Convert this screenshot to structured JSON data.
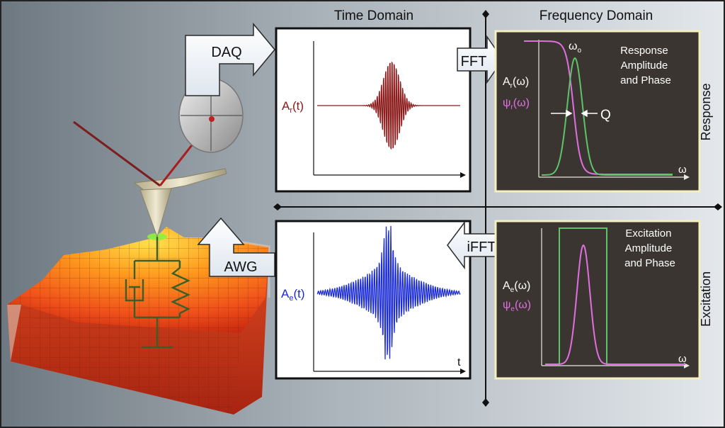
{
  "headers": {
    "time_domain": "Time Domain",
    "frequency_domain": "Frequency Domain"
  },
  "side_labels": {
    "response": "Response",
    "excitation": "Excitation"
  },
  "arrows": {
    "daq": "DAQ",
    "awg": "AWG",
    "fft": "FFT",
    "ifft": "iFFT"
  },
  "response_time": {
    "y_label": "Ar(t)",
    "y_label_main": "A",
    "y_label_sub": "r",
    "y_label_tail": "(t)"
  },
  "excitation_time": {
    "y_label": "Ae(t)",
    "y_label_main": "A",
    "y_label_sub": "e",
    "y_label_tail": "(t)",
    "x_label": "t"
  },
  "response_freq": {
    "amp_label": "Ar(ω)",
    "amp_main": "A",
    "amp_sub": "r",
    "amp_tail": "(ω)",
    "phase_label": "ψr(ω)",
    "phase_main": "ψ",
    "phase_sub": "r",
    "phase_tail": "(ω)",
    "peak_label": "ωo",
    "peak_main": "ω",
    "peak_sub": "o",
    "q_label": "Q",
    "x_label": "ω",
    "caption_lines": [
      "Response",
      "Amplitude",
      "and Phase"
    ]
  },
  "excitation_freq": {
    "amp_label": "Ae(ω)",
    "amp_main": "A",
    "amp_sub": "e",
    "amp_tail": "(ω)",
    "phase_label": "ψe(ω)",
    "phase_main": "ψ",
    "phase_sub": "e",
    "phase_tail": "(ω)",
    "x_label": "ω",
    "caption_lines": [
      "Excitation",
      "Amplitude",
      "and Phase"
    ]
  },
  "colors": {
    "response_signal": "#8b1a1a",
    "excitation_signal": "#1a2bd6",
    "amplitude_curve": "#5ec46a",
    "phase_curve": "#e070e0",
    "freq_panel_bg": "#3a3530",
    "freq_panel_border": "#f3efc0"
  }
}
